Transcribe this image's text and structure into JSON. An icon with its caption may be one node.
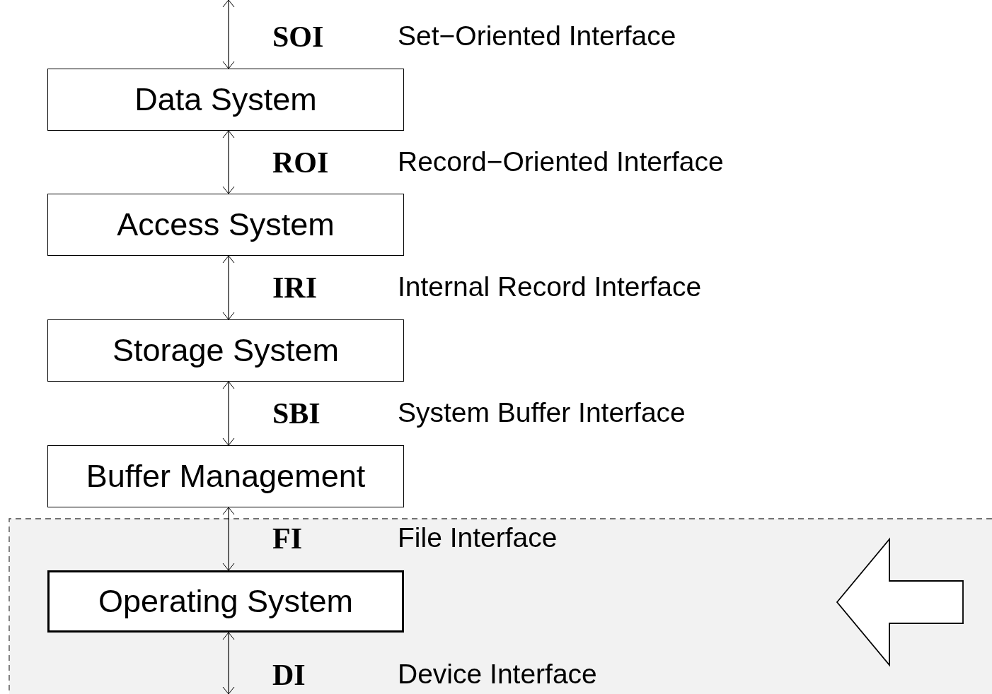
{
  "diagram": {
    "nodes": [
      {
        "text": [
          "Data System"
        ]
      },
      {
        "text": [
          "Access System"
        ]
      },
      {
        "text": [
          "Storage System"
        ]
      },
      {
        "text": [
          "Buffer Management"
        ]
      },
      {
        "text": [
          "Operating System"
        ]
      }
    ],
    "edges": [
      {
        "from": null,
        "to": 0,
        "arrow": "both"
      },
      {
        "from": 0,
        "to": 1,
        "arrow": "both"
      },
      {
        "from": 1,
        "to": 2,
        "arrow": "both"
      },
      {
        "from": 2,
        "to": 3,
        "arrow": "both"
      },
      {
        "from": 3,
        "to": 4,
        "arrow": "both"
      },
      {
        "from": 4,
        "to": null,
        "arrow": "both"
      }
    ],
    "labels": [
      "SOI",
      "Set−Oriented Interface",
      "ROI",
      "Record−Oriented Interface",
      "IRI",
      "Internal Record Interface",
      "SBI",
      "System Buffer Interface",
      "FI",
      "File Interface",
      "DI",
      "Device Interface"
    ]
  }
}
